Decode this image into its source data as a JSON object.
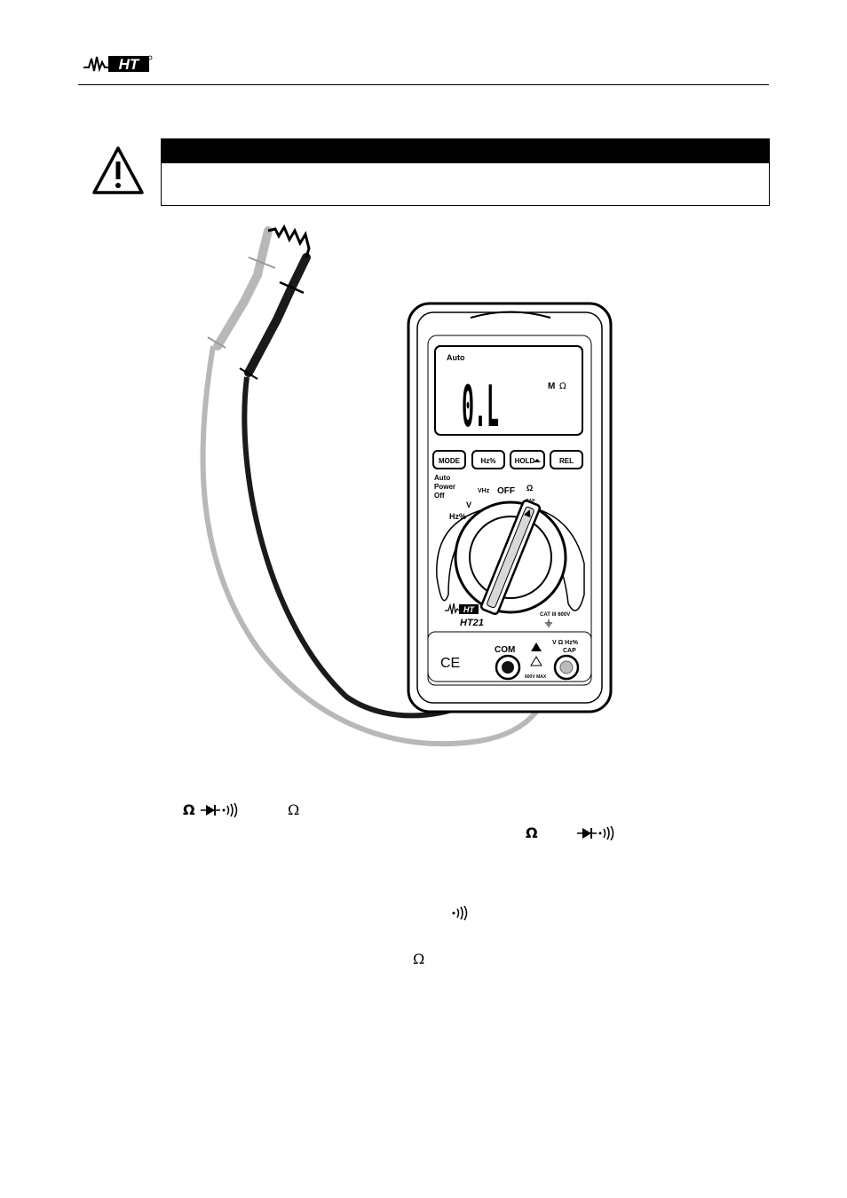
{
  "header": {
    "brand": "HT"
  },
  "meter": {
    "model": "HT21",
    "display": {
      "mode": "Auto",
      "reading": "0.L",
      "unit_prefix": "M",
      "unit": "Ω"
    },
    "buttons": [
      "MODE",
      "Hz%",
      "HOLD",
      "REL"
    ],
    "auto_power_off": [
      "Auto",
      "Power",
      "Off"
    ],
    "dial": {
      "off": "OFF",
      "v": "V",
      "v_hz": "VHz",
      "ohm": "Ω",
      "cap": "CAP",
      "hz_pct": "Hz%"
    },
    "category": "CAT III 600V",
    "terminals": {
      "com": "COM",
      "input": "V Ω Hz%",
      "input2": "CAP",
      "max": "600V MAX"
    },
    "ce": "CE"
  },
  "body_symbols": {
    "ohm": "Ω"
  }
}
